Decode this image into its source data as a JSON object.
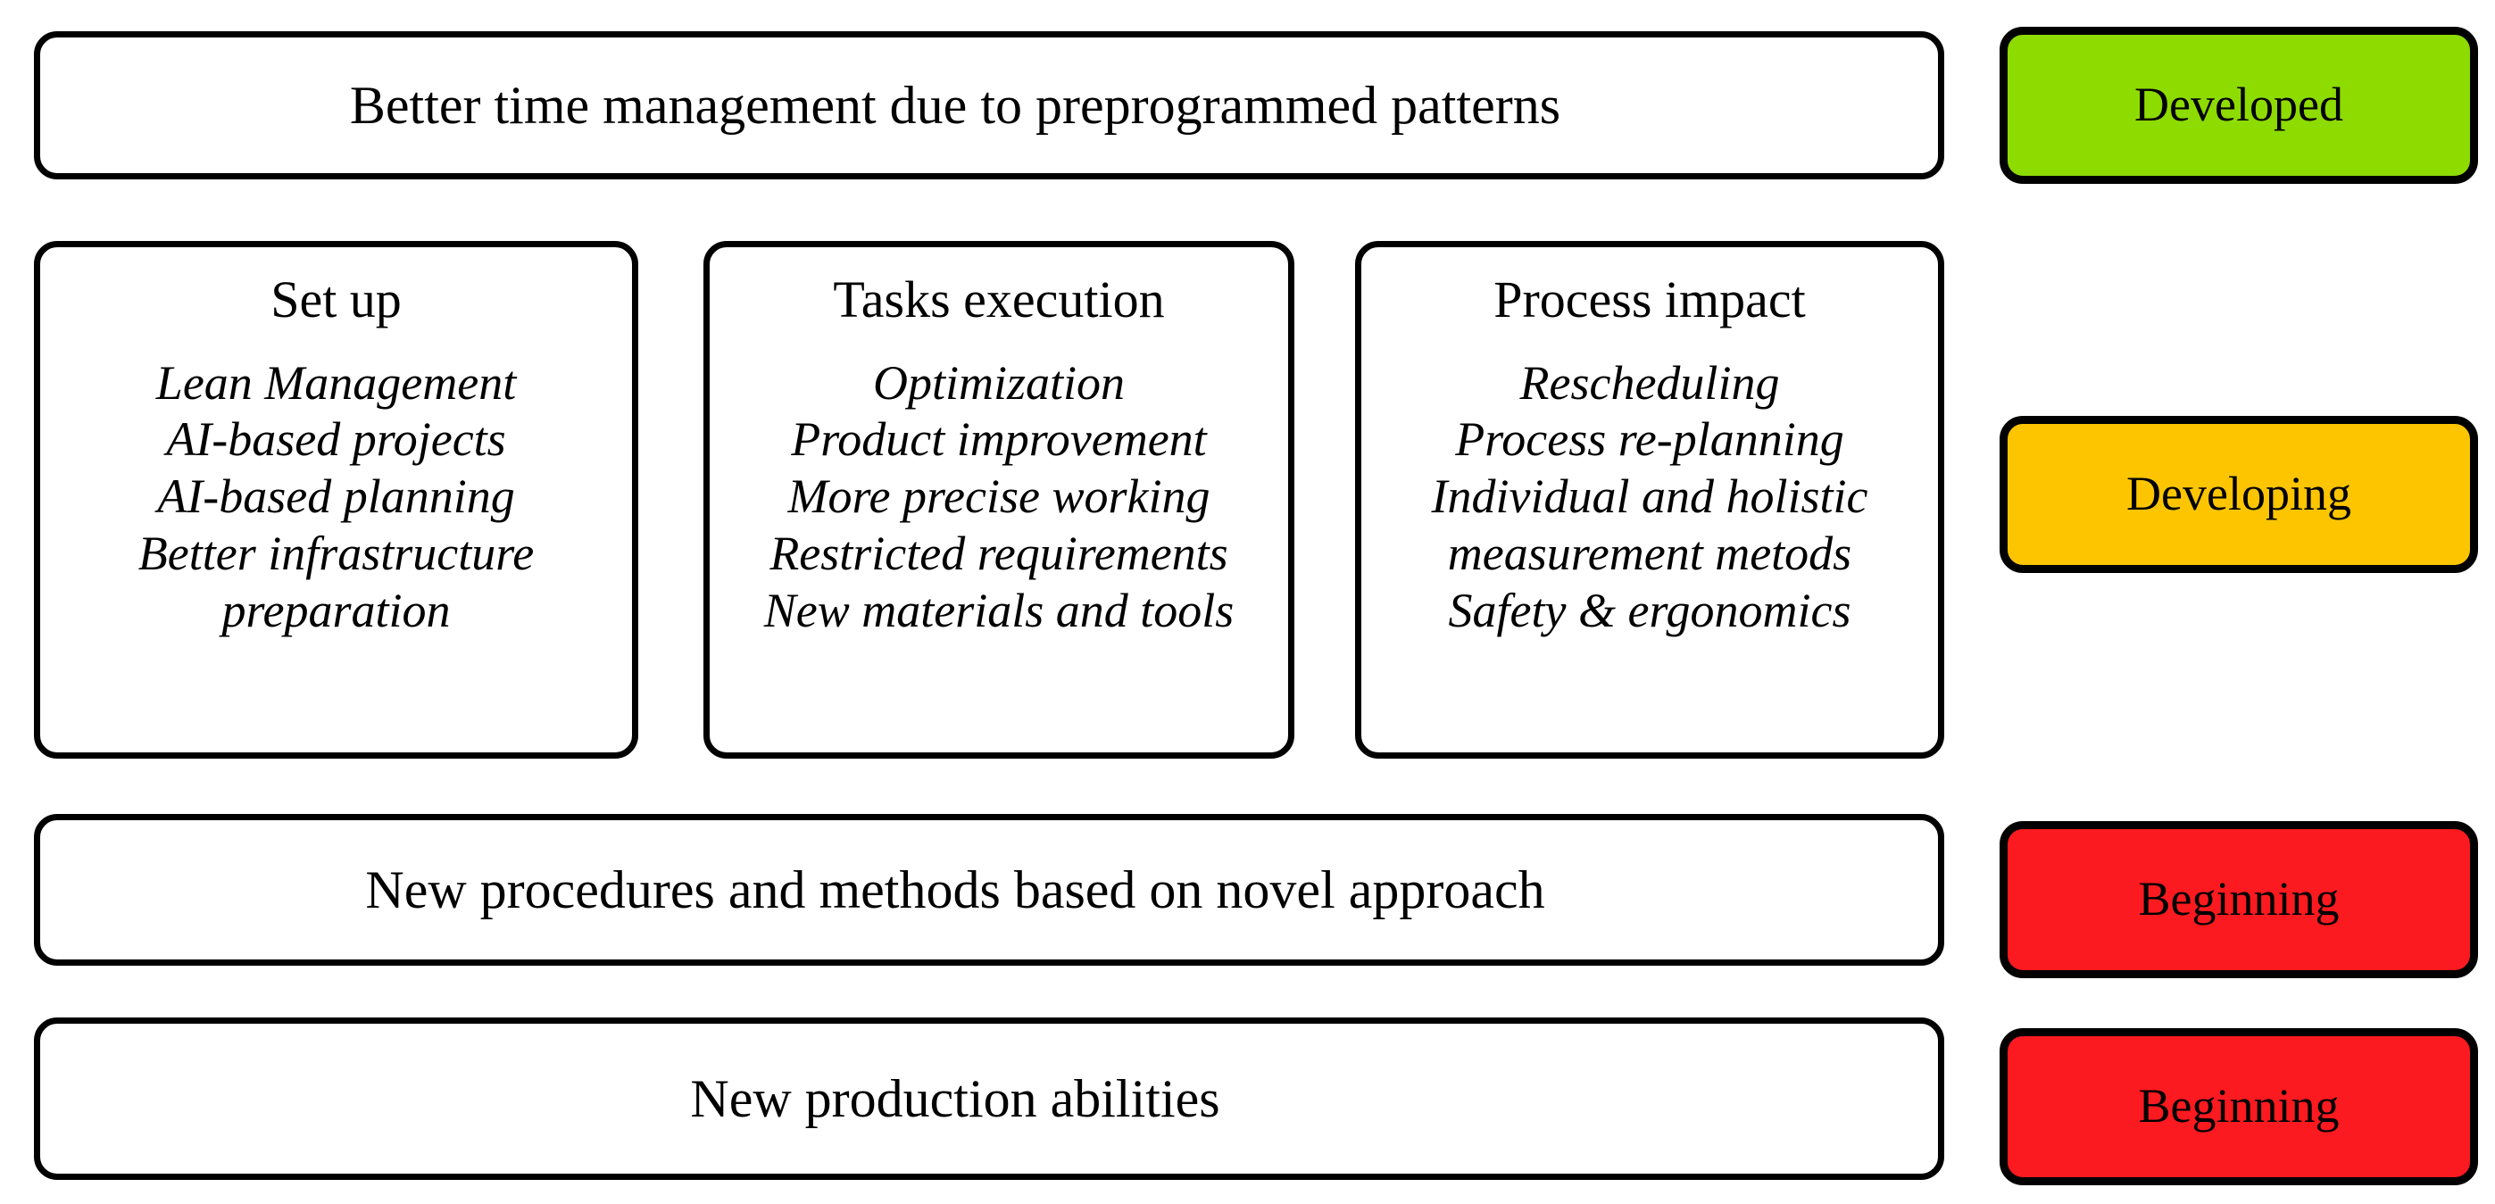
{
  "diagram": {
    "top_row": {
      "text": "Better time management due to preprogrammed patterns",
      "status": "Developed"
    },
    "columns": [
      {
        "heading": "Set up",
        "items": [
          "Lean Management",
          "AI-based projects",
          "AI-based planning",
          "Better infrastructure preparation"
        ]
      },
      {
        "heading": "Tasks execution",
        "items": [
          "Optimization",
          "Product improvement",
          "More precise working",
          "Restricted requirements",
          "New materials and tools"
        ]
      },
      {
        "heading": "Process impact",
        "items": [
          "Rescheduling",
          "Process re-planning",
          "Individual and holistic measurement metods",
          "Safety & ergonomics"
        ]
      }
    ],
    "middle_row_status": "Developing",
    "procedures_row": {
      "text": "New procedures and methods based on novel approach",
      "status": "Beginning"
    },
    "production_row": {
      "text": "New production abilities",
      "status": "Beginning"
    }
  },
  "colors": {
    "developed": "#8edb00",
    "developing": "#fcc500",
    "beginning": "#fb1a1f",
    "border": "#000000",
    "box_fill": "#ffffff",
    "text": "#000000"
  }
}
